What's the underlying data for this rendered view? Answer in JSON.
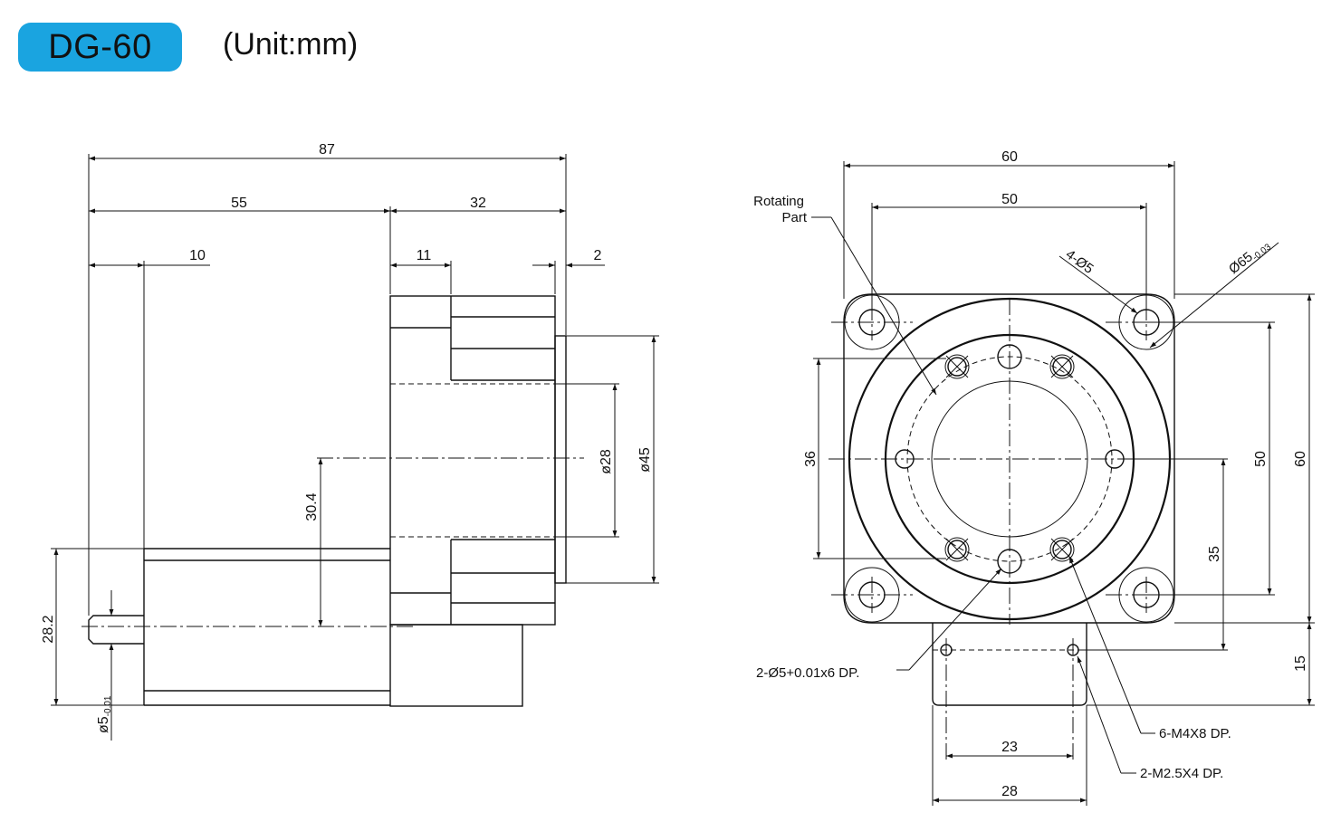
{
  "header": {
    "model": "DG-60",
    "unit": "(Unit:mm)"
  },
  "side_view": {
    "dims": {
      "total_length": "87",
      "body_length": "55",
      "flange_length": "32",
      "shaft_length": "10",
      "step_length": "11",
      "lip_length": "2",
      "center_height": "30.4",
      "shaft_height": "28.2",
      "shaft_diameter": "ø5",
      "shaft_tol": "-0.01",
      "bore_diameter": "ø28",
      "pilot_diameter": "ø45"
    }
  },
  "front_view": {
    "dims": {
      "width_outer": "60",
      "width_holes": "50",
      "height_outer": "60",
      "height_holes": "50",
      "left_span": "36",
      "right_span": "35",
      "base_offset": "15",
      "base_width_holes": "23",
      "base_width": "28",
      "mount_holes": "4-Ø5",
      "flange_dia": "Ø65",
      "flange_tol": "-0.03"
    },
    "callouts": {
      "rotating_line1": "Rotating",
      "rotating_line2": "Part",
      "pin_holes": "2-Ø5+0.01x6 DP.",
      "tapped_holes": "6-M4X8 DP.",
      "base_taps": "2-M2.5X4 DP."
    }
  },
  "colors": {
    "badge": "#1aa4e0",
    "line": "#111111"
  }
}
